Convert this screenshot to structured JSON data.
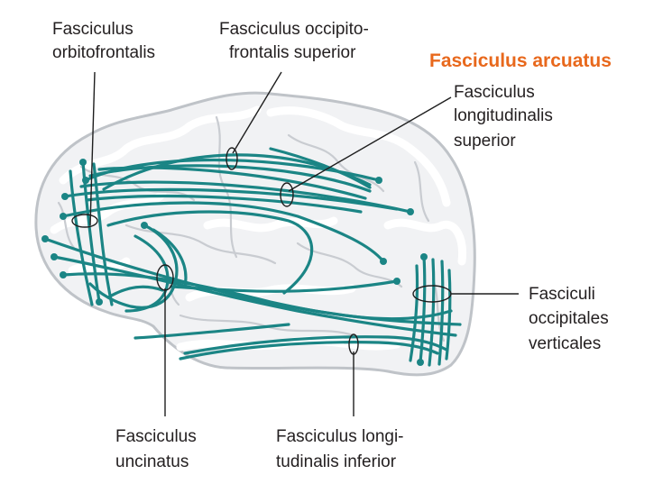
{
  "colors": {
    "fiber": "#1b8585",
    "accent": "#e8681c",
    "leader": "#1e1e1e",
    "brain": "#f1f2f4"
  },
  "labels": {
    "orbitofrontalis": [
      "Fasciculus",
      "orbitofrontalis"
    ],
    "occipitofrontalis": [
      "Fasciculus occipito-",
      "frontalis superior"
    ],
    "arcuatus": "Fasciculus arcuatus",
    "longitudinalis_superior": [
      "Fasciculus",
      "longitudinalis",
      "superior"
    ],
    "occipitales_verticales": [
      "Fasciculi",
      "occipitales",
      "verticales"
    ],
    "uncinatus": [
      "Fasciculus",
      "uncinatus"
    ],
    "longitudinalis_inferior": [
      "Fasciculus longi-",
      "tudinalis inferior"
    ]
  }
}
